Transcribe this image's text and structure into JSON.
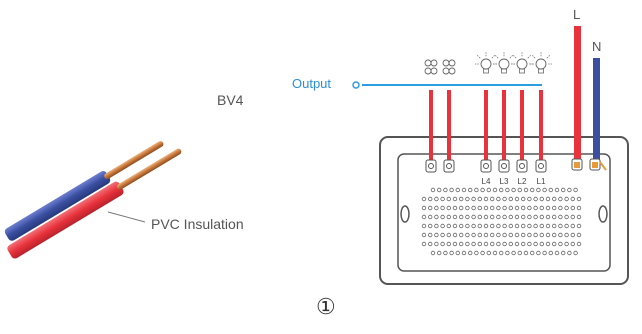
{
  "labels": {
    "cable_type": "BV4",
    "insulation": "PVC Insulation",
    "output": "Output",
    "live": "L",
    "neutral": "N",
    "figure_number": "①"
  },
  "terminal_labels": [
    "L4",
    "L3",
    "L2",
    "L1"
  ],
  "colors": {
    "red_wire": "#e8323c",
    "blue_wire": "#3a4fa0",
    "output_line": "#2a9ee0",
    "copper": "#c8763a",
    "panel_stroke": "#666666",
    "text": "#555555"
  },
  "icons": [
    "double-bulb-icon",
    "double-bulb-icon",
    "lightbulb-icon",
    "lightbulb-icon",
    "lightbulb-icon",
    "lightbulb-icon"
  ]
}
